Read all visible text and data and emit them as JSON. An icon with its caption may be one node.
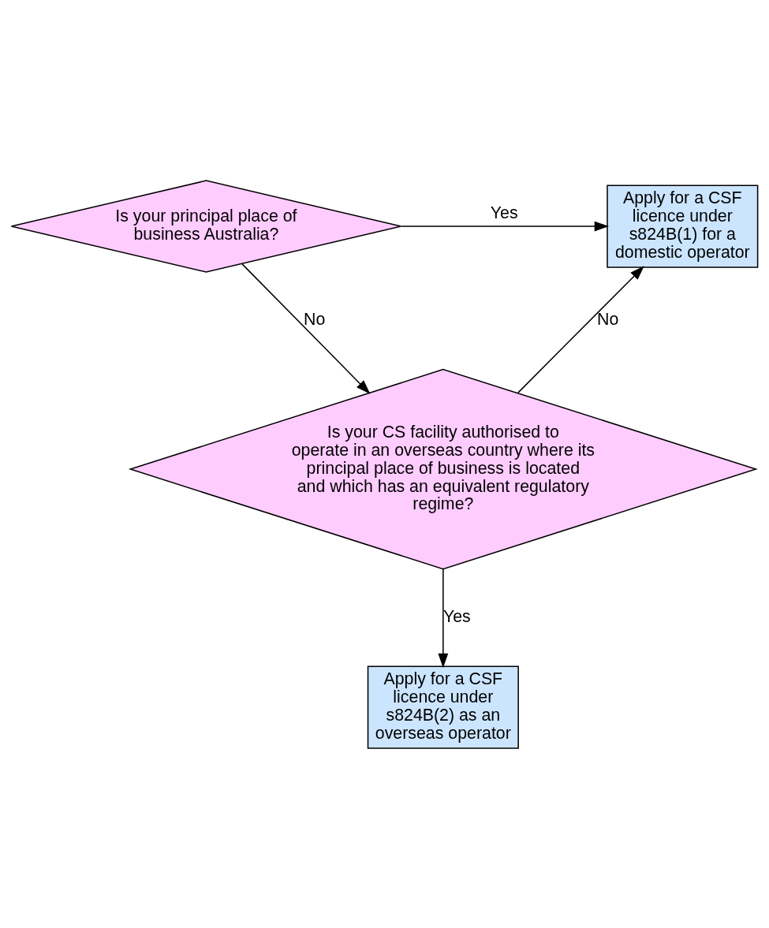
{
  "diagram": {
    "nodes": [
      {
        "text": [
          "Is your principal place of business Australia?"
        ]
      },
      {
        "text": [
          "Apply for a CSF licence under s824B(1) for a domestic operator"
        ]
      },
      {
        "text": [
          "Is your CS facility authorised to operate in an overseas country where its principal place of business is located and which has an equivalent regulatory regime?"
        ]
      },
      {
        "text": [
          "Apply for a CSF licence under s824B(2) as an overseas operator"
        ]
      }
    ],
    "edges": [
      {
        "from": 0,
        "to": 1,
        "arrow": "to",
        "label": "Yes"
      },
      {
        "from": 0,
        "to": 2,
        "arrow": "to",
        "label": "No"
      },
      {
        "from": 2,
        "to": 1,
        "arrow": "to",
        "label": "No"
      },
      {
        "from": 2,
        "to": 3,
        "arrow": "to",
        "label": "Yes"
      }
    ]
  }
}
